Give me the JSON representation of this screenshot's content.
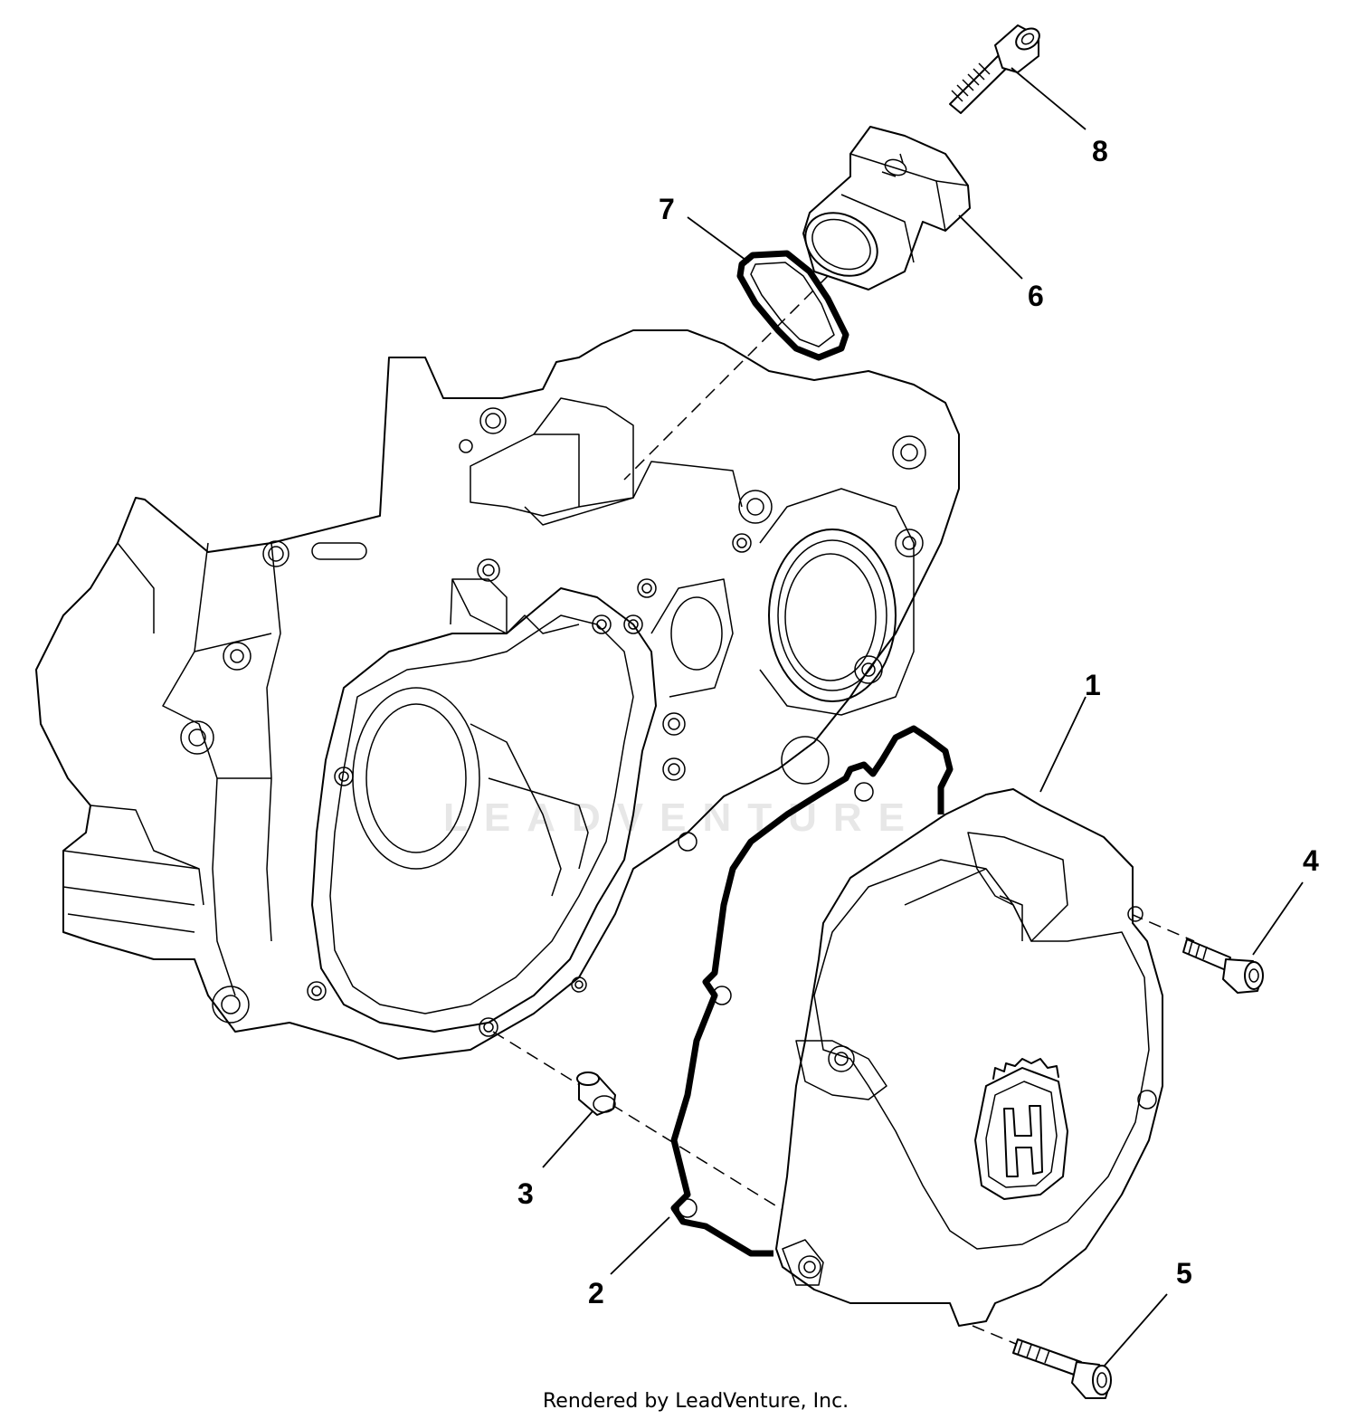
{
  "diagram": {
    "callouts": [
      {
        "id": "1",
        "label": "1"
      },
      {
        "id": "2",
        "label": "2"
      },
      {
        "id": "3",
        "label": "3"
      },
      {
        "id": "4",
        "label": "4"
      },
      {
        "id": "5",
        "label": "5"
      },
      {
        "id": "6",
        "label": "6"
      },
      {
        "id": "7",
        "label": "7"
      },
      {
        "id": "8",
        "label": "8"
      }
    ],
    "watermark": "LEADVENTURE",
    "footer": "Rendered by LeadVenture, Inc."
  }
}
